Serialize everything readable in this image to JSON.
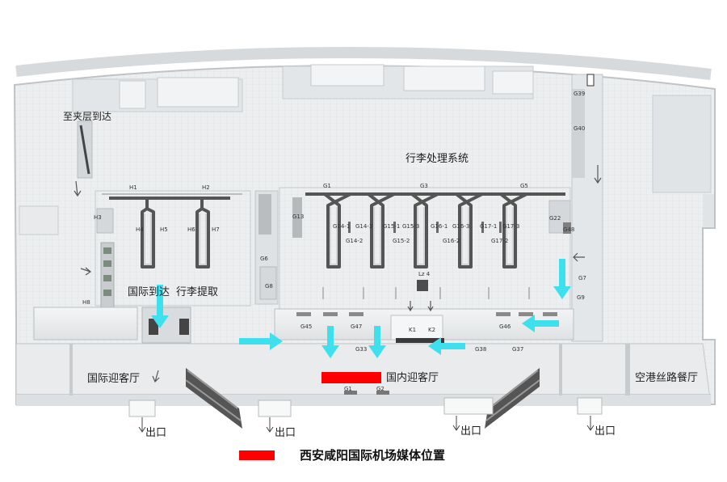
{
  "labels": {
    "to_arrival_mezzanine": "至夹层到达",
    "baggage_system": "行李处理系统",
    "intl_arrival": "国际到达",
    "baggage_claim": "行李提取",
    "intl_hall": "国际迎客厅",
    "domestic_hall": "国内迎客厅",
    "restaurant": "空港丝路餐厅",
    "exit": "出口",
    "lz4": "Lz 4"
  },
  "gates": {
    "H1": "H1",
    "H2": "H2",
    "H3": "H3",
    "H4": "H4",
    "H5": "H5",
    "H6": "H6",
    "H7": "H7",
    "H8": "H8",
    "G1": "G1",
    "G2": "G2",
    "G3": "G3",
    "G5": "G5",
    "G6": "G6",
    "G7": "G7",
    "G8": "G8",
    "G9": "G9",
    "G13": "G13",
    "G14_1": "G14-1",
    "G14_3": "G14-3",
    "G14_2": "G14-2",
    "G15_1": "G15-1",
    "G15_3": "G15-3",
    "G15_2": "G15-2",
    "G16_1": "G16-1",
    "G16_3": "G16-3",
    "G16_2": "G16-2",
    "G17_1": "G17-1",
    "G17_3": "G17-3",
    "G17_2": "G17-2",
    "G22": "G22",
    "G33": "G33",
    "G37": "G37",
    "G38": "G38",
    "G39": "G39",
    "G40": "G40",
    "G45": "G45",
    "G46": "G46",
    "G47": "G47",
    "G48": "G48",
    "K1": "K1",
    "K2": "K2"
  },
  "legend": {
    "label": "西安咸阳国际机场媒体位置",
    "color": "#ff0000"
  },
  "colors": {
    "arrow": "#3ee0ee",
    "media": "#ff0000",
    "floor": "#eef0f1",
    "wall": "#c9cdd0"
  },
  "icons": [
    "down-arrow-icon",
    "left-arrow-icon",
    "right-arrow-icon",
    "escalator-icon"
  ]
}
